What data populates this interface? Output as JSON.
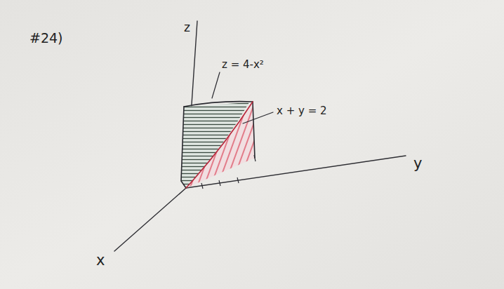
{
  "diagram": {
    "labels": [
      "#24)",
      "z",
      "z = 4-x²",
      "x + y = 2",
      "y",
      "x"
    ]
  }
}
